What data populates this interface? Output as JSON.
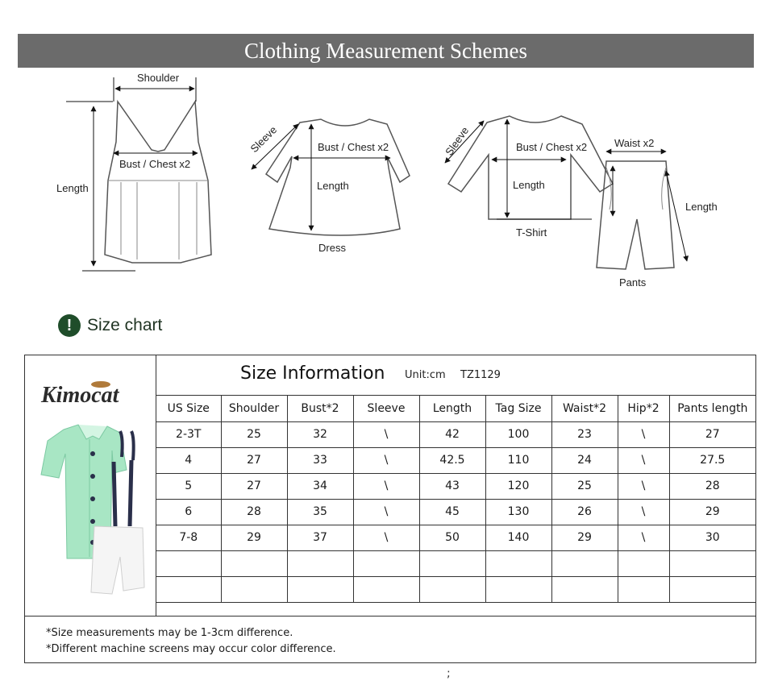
{
  "banner": {
    "title": "Clothing Measurement Schemes"
  },
  "diagrams": {
    "vest": {
      "shoulder": "Shoulder",
      "bust": "Bust / Chest x2",
      "length": "Length"
    },
    "dress": {
      "sleeve": "Sleeve",
      "bust": "Bust / Chest x2",
      "length": "Length",
      "caption": "Dress"
    },
    "tshirt": {
      "sleeve": "Sleeve",
      "bust": "Bust / Chest x2",
      "length": "Length",
      "caption": "T-Shirt"
    },
    "pants": {
      "waist": "Waist x2",
      "length": "Length",
      "caption": "Pants"
    }
  },
  "size_chart": {
    "heading": "Size chart",
    "icon": "exclamation-icon"
  },
  "brand": {
    "logo_text": "Kimocat"
  },
  "info": {
    "title": "Size Information",
    "unit": "Unit:cm",
    "code": "TZ1129"
  },
  "table": {
    "headers": [
      "US Size",
      "Shoulder",
      "Bust*2",
      "Sleeve",
      "Length",
      "Tag Size",
      "Waist*2",
      "Hip*2",
      "Pants length"
    ],
    "rows": [
      [
        "2-3T",
        "25",
        "32",
        "\\",
        "42",
        "100",
        "23",
        "\\",
        "27"
      ],
      [
        "4",
        "27",
        "33",
        "\\",
        "42.5",
        "110",
        "24",
        "\\",
        "27.5"
      ],
      [
        "5",
        "27",
        "34",
        "\\",
        "43",
        "120",
        "25",
        "\\",
        "28"
      ],
      [
        "6",
        "28",
        "35",
        "\\",
        "45",
        "130",
        "26",
        "\\",
        "29"
      ],
      [
        "7-8",
        "29",
        "37",
        "\\",
        "50",
        "140",
        "29",
        "\\",
        "30"
      ],
      [
        "",
        "",
        "",
        "",
        "",
        "",
        "",
        "",
        ""
      ],
      [
        "",
        "",
        "",
        "",
        "",
        "",
        "",
        "",
        ""
      ]
    ]
  },
  "notes": [
    "*Size measurements may be 1-3cm difference.",
    "*Different machine screens may occur color difference."
  ],
  "stray_mark": ";",
  "colors": {
    "banner": "#6b6b6b",
    "icon": "#1f4d2a",
    "shirt": "#a8e6c4",
    "suspender": "#2a2f4a"
  }
}
